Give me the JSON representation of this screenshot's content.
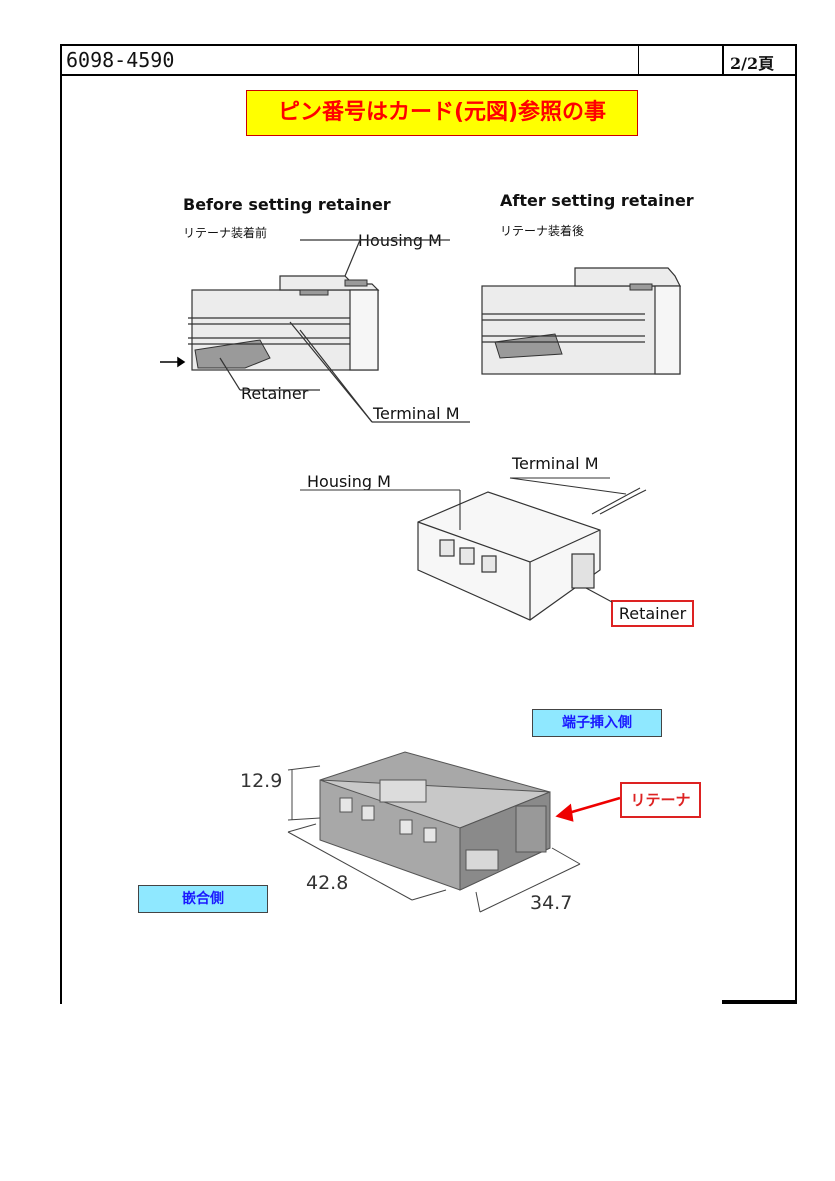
{
  "header": {
    "part_number": "6098-4590",
    "page": "2/2頁"
  },
  "notice": "ピン番号はカード(元図)参照の事",
  "before": {
    "title": "Before setting retainer",
    "subtitle": "リテーナ装着前",
    "housing": "Housing M",
    "retainer": "Retainer",
    "terminal": "Terminal M"
  },
  "after": {
    "title": "After setting retainer",
    "subtitle": "リテーナ装着後"
  },
  "exploded": {
    "housing": "Housing M",
    "terminal": "Terminal M",
    "retainer": "Retainer"
  },
  "photo": {
    "insert_side": "端子挿入側",
    "retainer_jp": "リテーナ",
    "mating_side": "嵌合側",
    "dim_height": "12.9",
    "dim_length": "42.8",
    "dim_width": "34.7"
  }
}
